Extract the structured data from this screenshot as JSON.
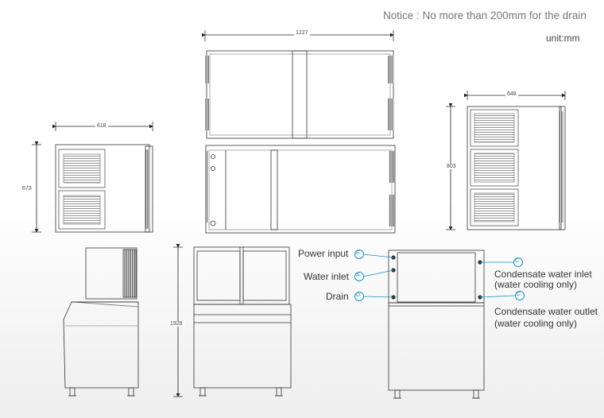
{
  "notice": "Notice : No more than 200mm for the drain",
  "unit": "unit:mm",
  "dimensions": {
    "width_top": "1227",
    "depth_left": "618",
    "height_left": "673",
    "depth_right": "648",
    "height_right": "803",
    "height_total": "1928"
  },
  "connections": {
    "power": {
      "label": "Power input",
      "code": "E"
    },
    "water_in": {
      "label": "Water inlet",
      "code": "A"
    },
    "drain": {
      "label": "Drain",
      "code": "D"
    },
    "cond_in": {
      "label": "Condensate water inlet",
      "note": "(water cooling only)",
      "code": "C"
    },
    "cond_out": {
      "label": "Condensate water outlet",
      "note": "(water cooling only)",
      "code": "C"
    }
  },
  "colors": {
    "line": "#333333",
    "grille": "#555555",
    "connector": "#1a8fc9"
  }
}
